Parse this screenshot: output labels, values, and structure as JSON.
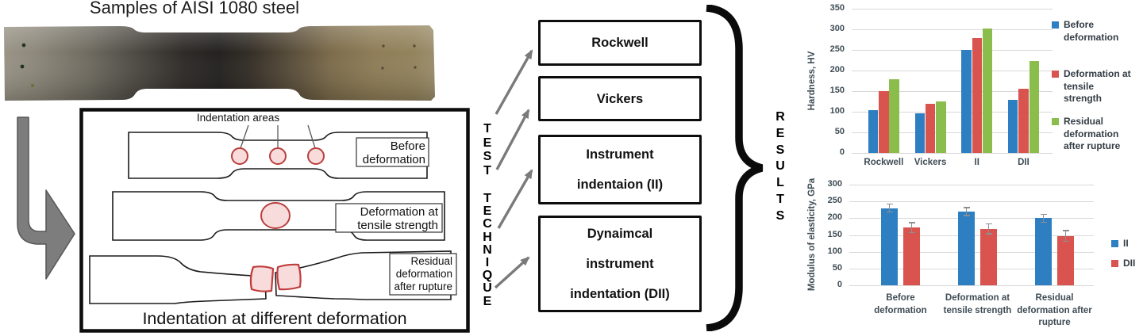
{
  "photo": {
    "title": "Samples of AISI 1080 steel"
  },
  "diagram": {
    "indentation_areas_label": "Indentation areas",
    "caption": "Indentation at different deformation",
    "stages": [
      {
        "lines": [
          "Before",
          "deformation"
        ]
      },
      {
        "lines": [
          "Deformation at",
          "tensile strength"
        ]
      },
      {
        "lines": [
          "Residual",
          "deformation",
          "after rupture"
        ]
      }
    ]
  },
  "flow": {
    "vertical_top": "TEST",
    "vertical_bottom": "TECHNIQUE",
    "results": "RESULTS",
    "boxes": [
      {
        "lines": [
          "Rockwell"
        ]
      },
      {
        "lines": [
          "Vickers"
        ]
      },
      {
        "lines": [
          "Instrument",
          "indentaion (II)"
        ]
      },
      {
        "lines": [
          "Dynaimcal",
          "instrument",
          "indentation (DII)"
        ]
      }
    ]
  },
  "chart_data": [
    {
      "type": "bar",
      "title": "",
      "ylabel": "Hardness, HV",
      "xlabel": "",
      "categories": [
        "Rockwell",
        "Vickers",
        "II",
        "DII"
      ],
      "series": [
        {
          "name": "Before deformation",
          "color": "#2E7FC1",
          "values": [
            103,
            97,
            250,
            129
          ]
        },
        {
          "name": "Deformation at tensile strength",
          "color": "#D9534F",
          "values": [
            150,
            119,
            278,
            156
          ]
        },
        {
          "name": "Residual deformation after rupture",
          "color": "#8ABD4C",
          "values": [
            178,
            125,
            301,
            224
          ]
        }
      ],
      "ylim": [
        0,
        350
      ],
      "ytick": 50,
      "grid": true,
      "legend_position": "right"
    },
    {
      "type": "bar",
      "title": "",
      "ylabel": "Modulus of elasticity, GPa",
      "xlabel": "",
      "categories": [
        "Before deformation",
        "Deformation at tensile strength",
        "Residual deformation after rupture"
      ],
      "series": [
        {
          "name": "II",
          "color": "#2E7FC1",
          "values": [
            230,
            220,
            200
          ],
          "errors": [
            12,
            12,
            12
          ]
        },
        {
          "name": "DII",
          "color": "#D9534F",
          "values": [
            172,
            168,
            147
          ],
          "errors": [
            15,
            15,
            16
          ]
        }
      ],
      "ylim": [
        0,
        300
      ],
      "ytick": 50,
      "grid": true,
      "error_bars": true,
      "legend_position": "right"
    }
  ],
  "colors": {
    "bar_blue": "#2E7FC1",
    "bar_red": "#D9534F",
    "bar_green": "#8ABD4C",
    "error_bar_gray": "#8b9095",
    "indent_fill": "#f8dcdc",
    "indent_stroke": "#bb3e3e",
    "flow_arrow_gray": "#7a7a7a"
  }
}
